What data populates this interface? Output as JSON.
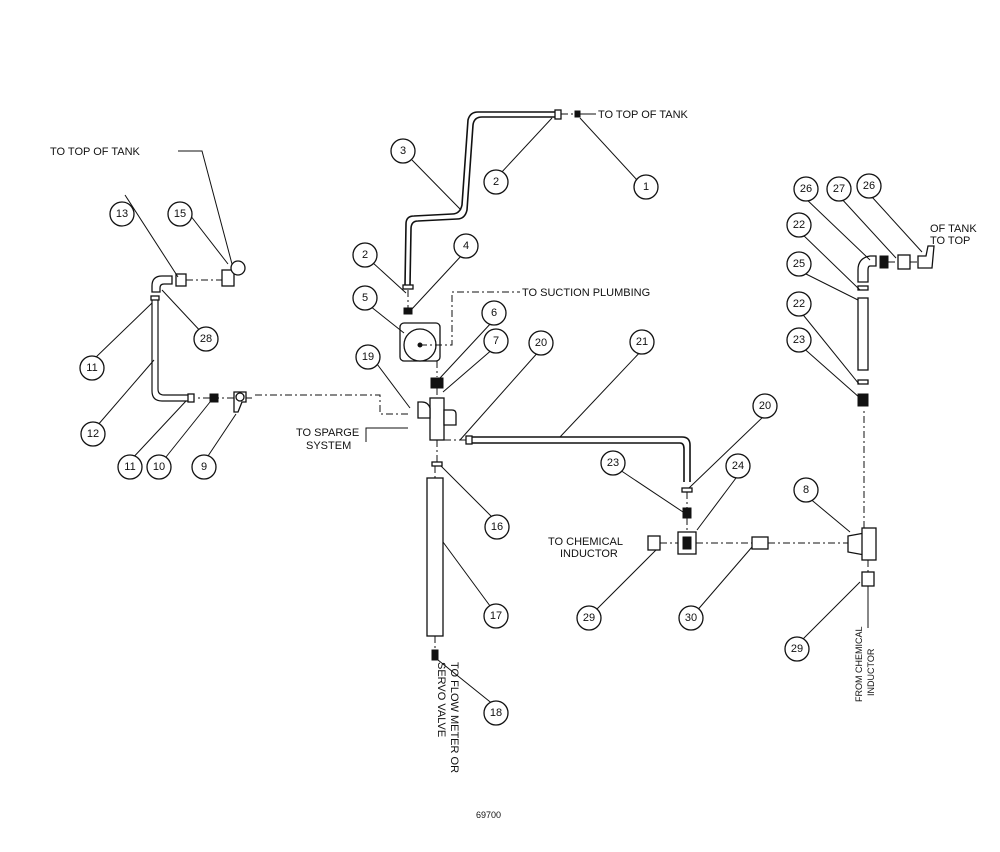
{
  "labels": {
    "top_of_tank_center": "TO TOP OF TANK",
    "top_of_tank_left": "TO TOP OF TANK",
    "top_of_tank_right_1": "OF TANK",
    "top_of_tank_right_2": "TO TOP",
    "suction": "TO SUCTION PLUMBING",
    "sparge_1": "TO SPARGE",
    "sparge_2": "SYSTEM",
    "chem_to_1": "TO CHEMICAL",
    "chem_to_2": "INDUCTOR",
    "flow_1": "TO FLOW METER OR",
    "flow_2": "SERVO VALVE",
    "chem_from_1": "FROM CHEMICAL",
    "chem_from_2": "INDUCTOR",
    "drawing_number": "69700"
  },
  "callouts": [
    "1",
    "2",
    "3",
    "2",
    "4",
    "5",
    "6",
    "7",
    "19",
    "20",
    "21",
    "20",
    "23",
    "24",
    "8",
    "29",
    "30",
    "29",
    "16",
    "17",
    "18",
    "13",
    "15",
    "28",
    "11",
    "12",
    "11",
    "10",
    "9",
    "26",
    "27",
    "26",
    "22",
    "25",
    "22",
    "23"
  ]
}
